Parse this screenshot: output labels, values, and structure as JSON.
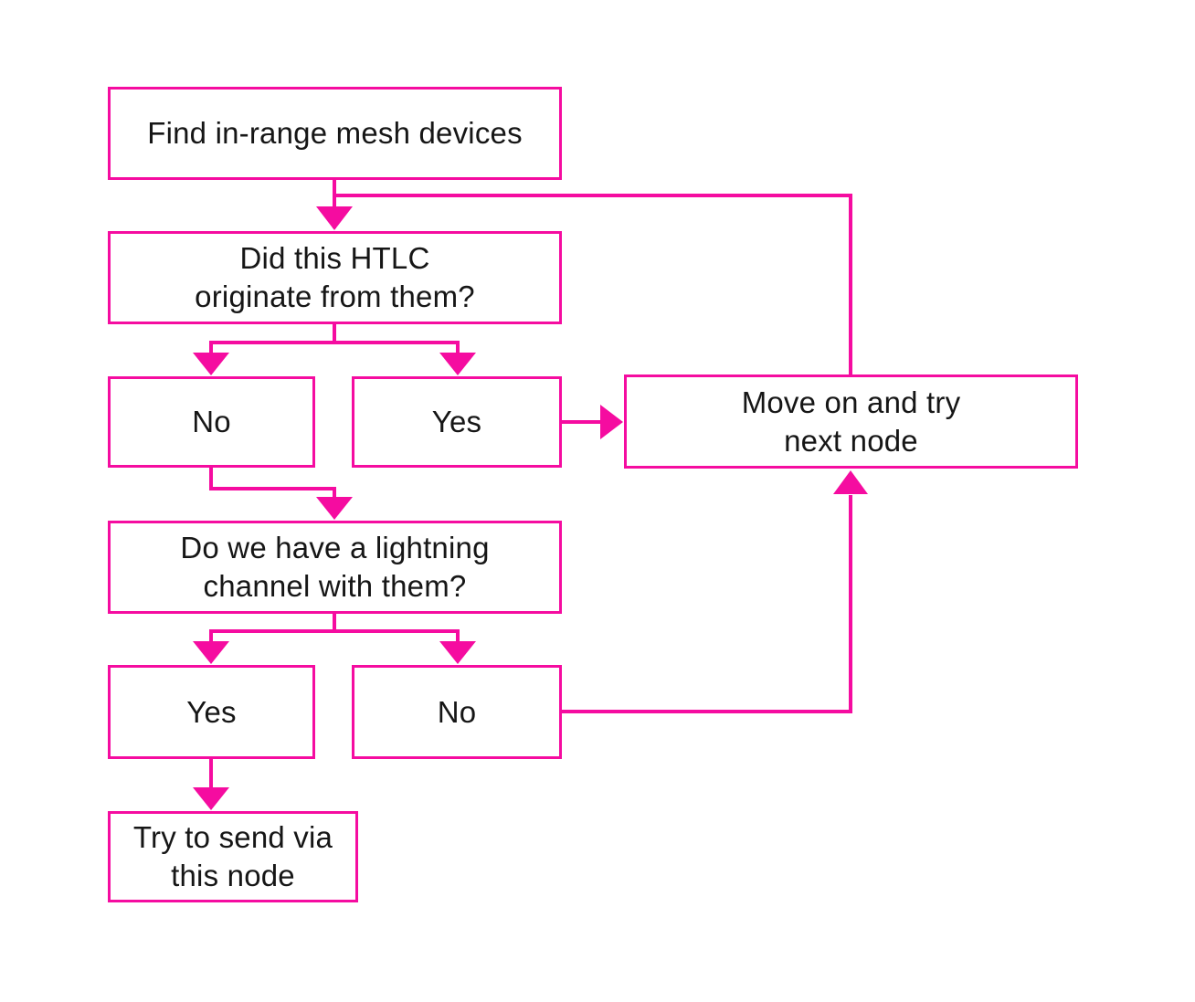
{
  "diagram": {
    "type": "flowchart",
    "background_color": "#ffffff",
    "accent_color": "#f50ca0",
    "text_color": "#161616",
    "nodes": [
      {
        "id": "find-devices",
        "label": "Find in-range mesh devices"
      },
      {
        "id": "htlc-question",
        "label": "Did this HTLC\noriginate from them?"
      },
      {
        "id": "htlc-no",
        "label": "No"
      },
      {
        "id": "htlc-yes",
        "label": "Yes"
      },
      {
        "id": "move-on",
        "label": "Move on and try\nnext node"
      },
      {
        "id": "channel-question",
        "label": "Do we have a lightning\nchannel with them?"
      },
      {
        "id": "channel-yes",
        "label": "Yes"
      },
      {
        "id": "channel-no",
        "label": "No"
      },
      {
        "id": "send-node",
        "label": "Try to send via\nthis node"
      }
    ],
    "edges": [
      {
        "from": "find-devices",
        "to": "htlc-question"
      },
      {
        "from": "htlc-question",
        "to": "htlc-no"
      },
      {
        "from": "htlc-question",
        "to": "htlc-yes"
      },
      {
        "from": "htlc-yes",
        "to": "move-on"
      },
      {
        "from": "htlc-no",
        "to": "channel-question"
      },
      {
        "from": "channel-question",
        "to": "channel-yes"
      },
      {
        "from": "channel-question",
        "to": "channel-no"
      },
      {
        "from": "channel-no",
        "to": "move-on"
      },
      {
        "from": "channel-yes",
        "to": "send-node"
      },
      {
        "from": "move-on",
        "to": "htlc-question"
      }
    ]
  }
}
